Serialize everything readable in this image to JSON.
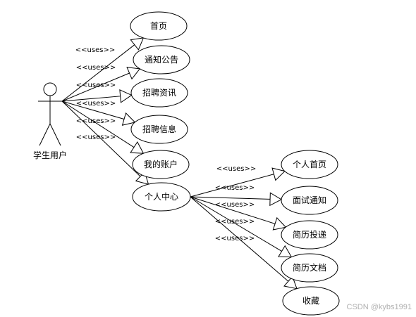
{
  "diagram": {
    "actor": {
      "label": "学生用户"
    },
    "stereotype": "<<uses>>",
    "use_cases": [
      {
        "id": "home",
        "label": "首页"
      },
      {
        "id": "notice",
        "label": "通知公告"
      },
      {
        "id": "recruit-news",
        "label": "招聘资讯"
      },
      {
        "id": "recruit-info",
        "label": "招聘信息"
      },
      {
        "id": "my-account",
        "label": "我的账户"
      },
      {
        "id": "personal-center",
        "label": "个人中心"
      },
      {
        "id": "personal-home",
        "label": "个人首页"
      },
      {
        "id": "interview-notice",
        "label": "面试通知"
      },
      {
        "id": "resume-submit",
        "label": "简历投递"
      },
      {
        "id": "resume-doc",
        "label": "简历文档"
      },
      {
        "id": "favorites",
        "label": "收藏"
      }
    ],
    "relations": [
      {
        "from": "actor",
        "to": "home"
      },
      {
        "from": "actor",
        "to": "notice"
      },
      {
        "from": "actor",
        "to": "recruit-news"
      },
      {
        "from": "actor",
        "to": "recruit-info"
      },
      {
        "from": "actor",
        "to": "my-account"
      },
      {
        "from": "actor",
        "to": "personal-center"
      },
      {
        "from": "personal-center",
        "to": "personal-home"
      },
      {
        "from": "personal-center",
        "to": "interview-notice"
      },
      {
        "from": "personal-center",
        "to": "resume-submit"
      },
      {
        "from": "personal-center",
        "to": "resume-doc"
      },
      {
        "from": "personal-center",
        "to": "favorites"
      }
    ]
  },
  "watermark": "CSDN @kybs1991"
}
